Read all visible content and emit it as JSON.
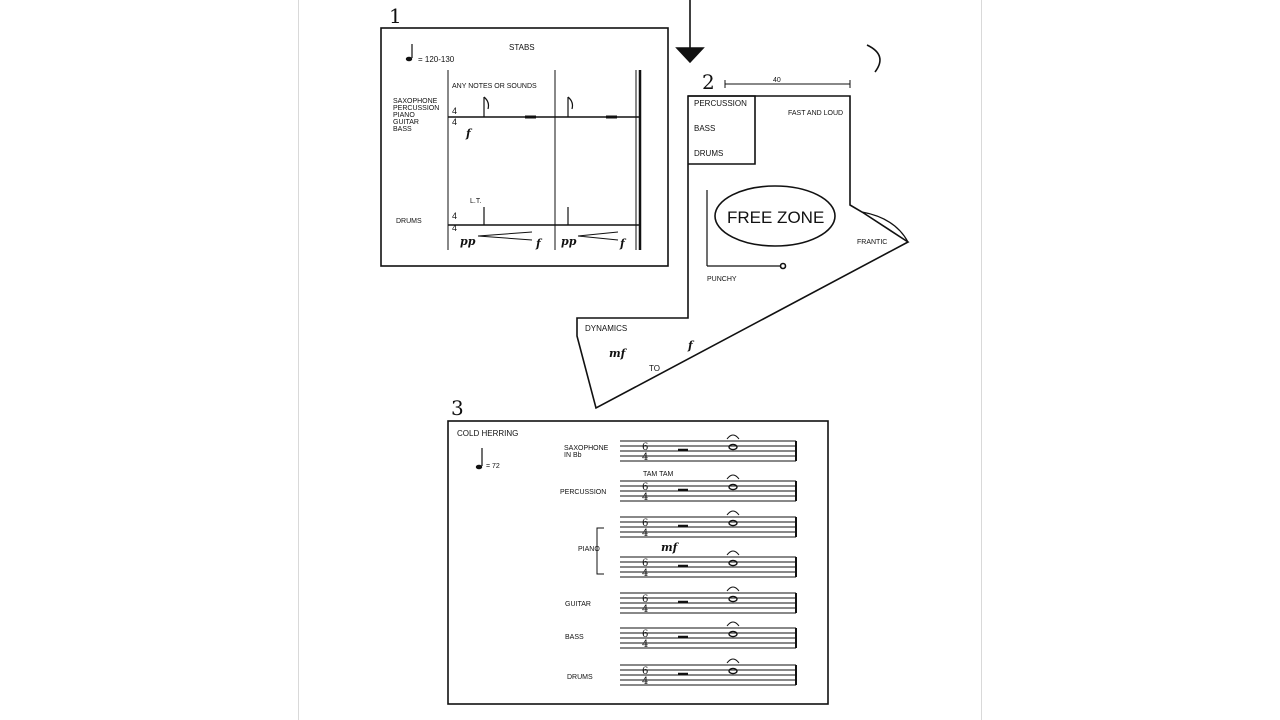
{
  "score": {
    "section1": {
      "number": "1",
      "title": "STABS",
      "tempo": "= 120-130",
      "note_above": "ANY NOTES OR SOUNDS",
      "instruments": [
        "SAXOPHONE",
        "PERCUSSION",
        "PIANO",
        "GUITAR",
        "BASS"
      ],
      "drums_label": "DRUMS",
      "time_signature": "4/4",
      "lt": "L.T.",
      "dynamics": [
        "f",
        "pp",
        "f",
        "pp",
        "f"
      ]
    },
    "section2": {
      "number": "2",
      "duration": "40",
      "instruments": [
        "PERCUSSION",
        "BASS",
        "DRUMS"
      ],
      "tempo_text": "FAST AND LOUD",
      "zone": "FREE ZONE",
      "frantic": "FRANTIC",
      "punchy": "PUNCHY",
      "dynamics_label": "DYNAMICS",
      "dyn_from": "mf",
      "dyn_to_word": "TO",
      "dyn_to": "f"
    },
    "section3": {
      "number": "3",
      "title": "COLD HERRING",
      "tempo": "= 72",
      "instruments": [
        "SAXOPHONE",
        "IN Bb",
        "PERCUSSION",
        "PIANO",
        "GUITAR",
        "BASS",
        "DRUMS"
      ],
      "tam_tam": "TAM TAM",
      "piano_dyn": "mf",
      "time_signature": "6/4"
    }
  }
}
